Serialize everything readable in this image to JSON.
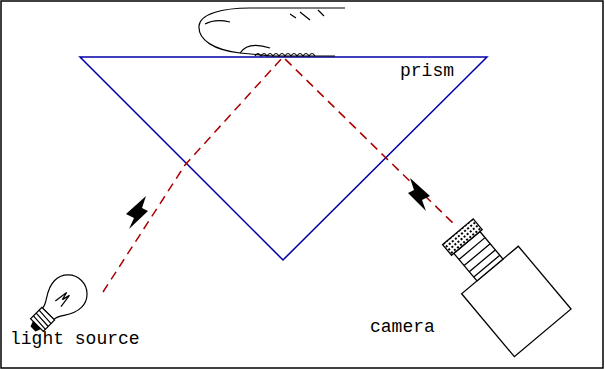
{
  "diagram": {
    "labels": [
      "prism",
      "light source",
      "camera"
    ]
  }
}
